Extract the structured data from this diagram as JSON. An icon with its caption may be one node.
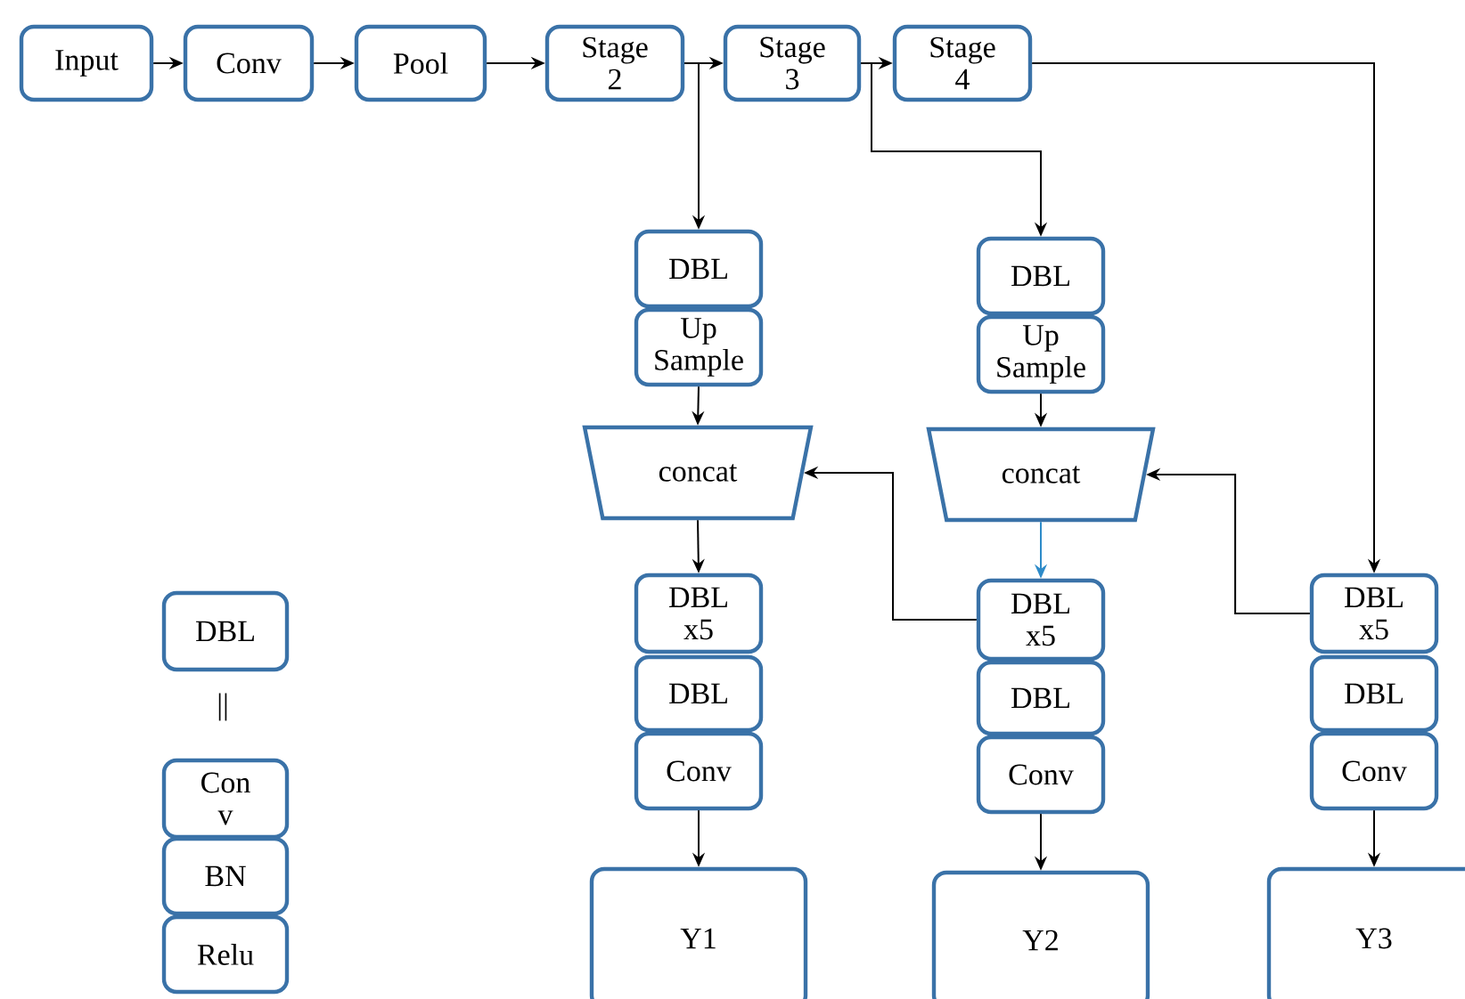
{
  "diagram": {
    "nodes": [
      {
        "text": [
          "Input"
        ]
      },
      {
        "text": [
          "Conv"
        ]
      },
      {
        "text": [
          "Pool"
        ]
      },
      {
        "text": [
          "Stage 2"
        ]
      },
      {
        "text": [
          "Stage 3"
        ]
      },
      {
        "text": [
          "Stage 4"
        ]
      },
      {
        "text": [
          "DBL"
        ]
      },
      {
        "text": [
          "Up Sample"
        ]
      },
      {
        "text": [
          "concat"
        ]
      },
      {
        "text": [
          "DBL x5"
        ]
      },
      {
        "text": [
          "DBL"
        ]
      },
      {
        "text": [
          "Conv"
        ]
      },
      {
        "text": [
          "Y1"
        ]
      },
      {
        "text": [
          "DBL"
        ]
      },
      {
        "text": [
          "Up Sample"
        ]
      },
      {
        "text": [
          "concat"
        ]
      },
      {
        "text": [
          "DBL x5"
        ]
      },
      {
        "text": [
          "DBL"
        ]
      },
      {
        "text": [
          "Conv"
        ]
      },
      {
        "text": [
          "Y2"
        ]
      },
      {
        "text": [
          "DBL x5"
        ]
      },
      {
        "text": [
          "DBL"
        ]
      },
      {
        "text": [
          "Conv"
        ]
      },
      {
        "text": [
          "Y3"
        ]
      },
      {
        "text": [
          "DBL"
        ]
      },
      {
        "text": [
          "Con v"
        ]
      },
      {
        "text": [
          "BN"
        ]
      },
      {
        "text": [
          "Relu"
        ]
      }
    ],
    "edges": [
      {
        "from": 0,
        "to": 1,
        "arrow": "to"
      },
      {
        "from": 1,
        "to": 2,
        "arrow": "to"
      },
      {
        "from": 2,
        "to": 3,
        "arrow": "to"
      },
      {
        "from": 3,
        "to": 4,
        "arrow": "to"
      },
      {
        "from": 4,
        "to": 5,
        "arrow": "to"
      },
      {
        "from": 3,
        "to": 6,
        "arrow": "to"
      },
      {
        "from": 4,
        "to": 13,
        "arrow": "to"
      },
      {
        "from": 5,
        "to": 20,
        "arrow": "to"
      },
      {
        "from": 7,
        "to": 8,
        "arrow": "to"
      },
      {
        "from": 8,
        "to": 9,
        "arrow": "to"
      },
      {
        "from": 11,
        "to": 12,
        "arrow": "to"
      },
      {
        "from": 14,
        "to": 15,
        "arrow": "to"
      },
      {
        "from": 15,
        "to": 16,
        "arrow": "to",
        "color": "#2e8bc9"
      },
      {
        "from": 18,
        "to": 19,
        "arrow": "to"
      },
      {
        "from": 16,
        "to": 8,
        "arrow": "to"
      },
      {
        "from": 20,
        "to": 15,
        "arrow": "to"
      },
      {
        "from": 22,
        "to": 23,
        "arrow": "to"
      }
    ],
    "labels": [
      "||"
    ]
  }
}
